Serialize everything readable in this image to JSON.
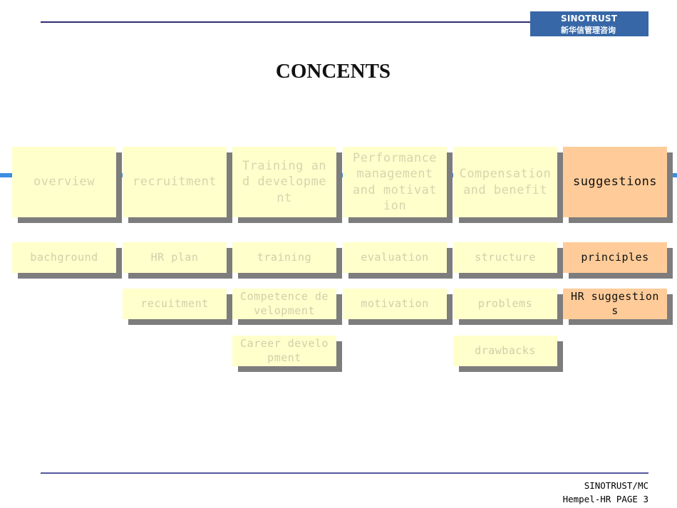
{
  "header": {
    "logo_line1": "SINOTRUST",
    "logo_line2": "新华信管理咨询"
  },
  "title": "CONCENTS",
  "columns": [
    {
      "category": "overview",
      "items": [
        "bachground"
      ],
      "highlight": false
    },
    {
      "category": "recruitment",
      "items": [
        "HR plan",
        "recuitment"
      ],
      "highlight": false
    },
    {
      "category": "Training an\nd developme\nnt",
      "items": [
        "training",
        "Competence de\nvelopment",
        "Career develo\npment"
      ],
      "highlight": false
    },
    {
      "category": "Performance\nmanagement\nand motivat\nion",
      "items": [
        "evaluation",
        "motivation"
      ],
      "highlight": false
    },
    {
      "category": "Compensation\nand benefit",
      "items": [
        "structure",
        "problems",
        "drawbacks"
      ],
      "highlight": false
    },
    {
      "category": "suggestions",
      "items": [
        "principles",
        "HR suggestion\ns"
      ],
      "highlight": true
    }
  ],
  "footer": {
    "line1": "SINOTRUST/MC",
    "line2": "Hempel-HR PAGE 3"
  }
}
